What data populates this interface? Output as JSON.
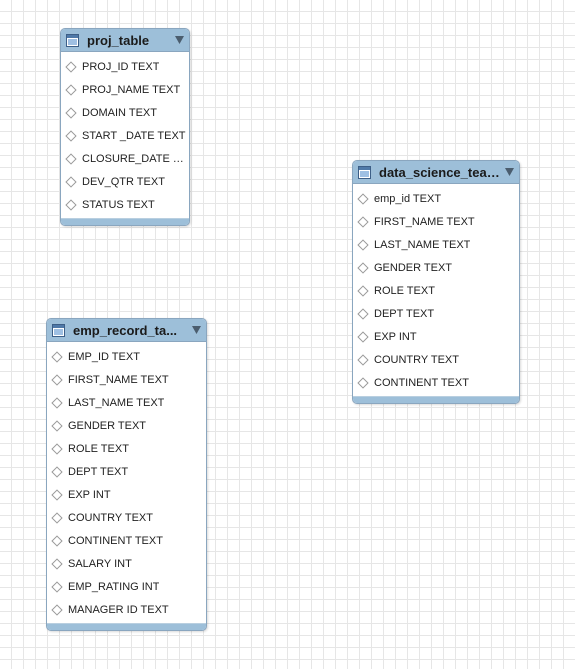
{
  "diagram": {
    "tables": [
      {
        "title": "proj_table",
        "columns": [
          "PROJ_ID TEXT",
          "PROJ_NAME TEXT",
          "DOMAIN TEXT",
          "START _DATE TEXT",
          "CLOSURE_DATE TE...",
          "DEV_QTR TEXT",
          "STATUS TEXT"
        ]
      },
      {
        "title": "data_science_team...",
        "columns": [
          "emp_id TEXT",
          "FIRST_NAME TEXT",
          "LAST_NAME TEXT",
          "GENDER TEXT",
          "ROLE TEXT",
          "DEPT TEXT",
          "EXP INT",
          "COUNTRY TEXT",
          "CONTINENT TEXT"
        ]
      },
      {
        "title": "emp_record_ta...",
        "columns": [
          "EMP_ID TEXT",
          "FIRST_NAME TEXT",
          "LAST_NAME TEXT",
          "GENDER TEXT",
          "ROLE TEXT",
          "DEPT TEXT",
          "EXP INT",
          "COUNTRY TEXT",
          "CONTINENT TEXT",
          "SALARY INT",
          "EMP_RATING INT",
          "MANAGER ID TEXT"
        ]
      }
    ],
    "icons": {
      "header": "table-icon",
      "collapse": "chevron-down-icon",
      "column": "column-diamond-icon"
    },
    "colors": {
      "header": "#9dbfd9",
      "border": "#8aa6bf",
      "grid": "#e6e6e6"
    }
  }
}
